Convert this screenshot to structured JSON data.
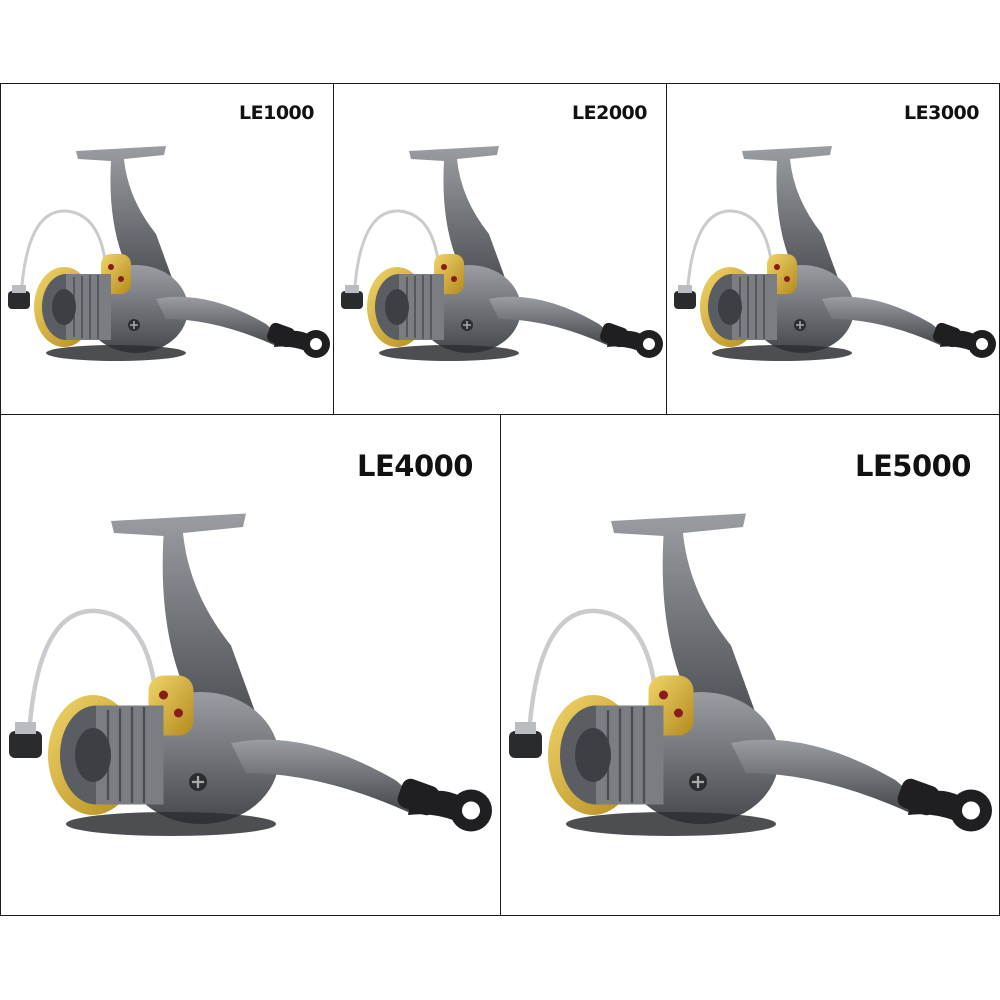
{
  "products": [
    {
      "model": "LE1000"
    },
    {
      "model": "LE2000"
    },
    {
      "model": "LE3000"
    },
    {
      "model": "LE4000"
    },
    {
      "model": "LE5000"
    }
  ],
  "colors": {
    "body": "#6f7276",
    "body_dark": "#3f4246",
    "accent_gold": "#d8b43a",
    "knob": "#1f1f21",
    "bail": "#c9cbcf"
  }
}
